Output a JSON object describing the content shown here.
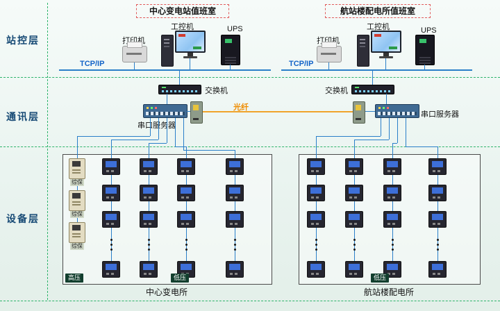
{
  "layers": {
    "station": "站控层",
    "comm": "通讯层",
    "device": "设备层"
  },
  "left": {
    "room_title": "中心变电站值班室",
    "printer_label": "打印机",
    "ipc_label": "工控机",
    "ups_label": "UPS",
    "tcpip_label": "TCP/IP",
    "switch_label": "交换机",
    "serial_label": "串口服务器",
    "box": {
      "hv_label": "高压",
      "lv_label": "低压",
      "caption": "中心变电所",
      "protection_labels": [
        "综保",
        "综保",
        "综保"
      ]
    }
  },
  "right": {
    "room_title": "航站楼配电所值班室",
    "printer_label": "打印机",
    "ipc_label": "工控机",
    "ups_label": "UPS",
    "tcpip_label": "TCP/IP",
    "switch_label": "交换机",
    "serial_label": "串口服务器",
    "box": {
      "lv_label": "低压",
      "caption": "航站楼配电所"
    }
  },
  "fiber_label": "光纤"
}
